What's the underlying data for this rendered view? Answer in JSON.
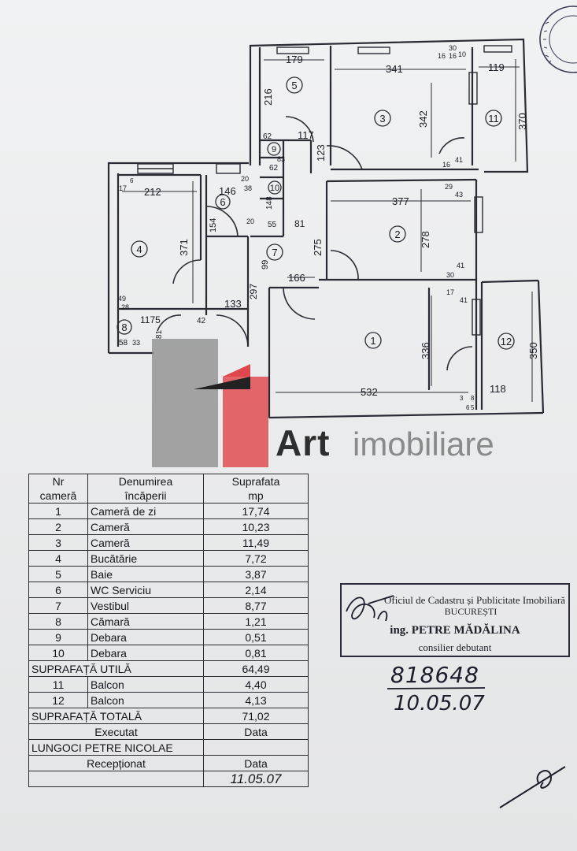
{
  "plan": {
    "room_numbers": [
      "1",
      "2",
      "3",
      "4",
      "5",
      "6",
      "7",
      "8",
      "9",
      "10",
      "11",
      "12"
    ],
    "dims": {
      "r5_w": "179",
      "r5_h": "216",
      "r3_w": "341",
      "r3_h": "342",
      "d16": "16",
      "d30": "30",
      "d16b": "16",
      "d10": "10",
      "r11_w": "119",
      "r11_h": "370",
      "d62": "62",
      "d117": "117",
      "d123": "123",
      "d83": "83",
      "d62b": "62",
      "d16c": "16",
      "d41": "41",
      "r4_w": "212",
      "r4_h": "371",
      "d17": "17",
      "d6": "6",
      "r6_w": "146",
      "d38": "38",
      "d20": "20",
      "d154": "154",
      "d20b": "20",
      "d148": "148",
      "d55": "55",
      "d81": "81",
      "r2_w": "377",
      "r2_h": "278",
      "d29": "29",
      "d43": "43",
      "d275": "275",
      "d41b": "41",
      "d30b": "30",
      "d99": "99",
      "d166": "166",
      "d297": "297",
      "d49": "49",
      "d28": "28",
      "d133": "133",
      "d17b": "17",
      "d41c": "41",
      "d1175": "1175",
      "d42": "42",
      "d81b": "81",
      "d58": "58",
      "d33": "33",
      "r1_h": "336",
      "r12_h": "350",
      "r1_w": "532",
      "d118": "118",
      "d3": "3",
      "d6b": "6",
      "d8": "8",
      "d5": "5"
    }
  },
  "logo": {
    "brand": "Art",
    "suffix": "imobiliare"
  },
  "table": {
    "head": {
      "c1a": "Nr",
      "c1b": "cameră",
      "c2a": "Denumirea",
      "c2b": "încăperii",
      "c3a": "Suprafata",
      "c3b": "mp"
    },
    "rows": [
      {
        "nr": "1",
        "name": "Cameră de zi",
        "area": "17,74"
      },
      {
        "nr": "2",
        "name": "Cameră",
        "area": "10,23"
      },
      {
        "nr": "3",
        "name": "Cameră",
        "area": "11,49"
      },
      {
        "nr": "4",
        "name": "Bucătărie",
        "area": "7,72"
      },
      {
        "nr": "5",
        "name": "Baie",
        "area": "3,87"
      },
      {
        "nr": "6",
        "name": "WC Serviciu",
        "area": "2,14"
      },
      {
        "nr": "7",
        "name": "Vestibul",
        "area": "8,77"
      },
      {
        "nr": "8",
        "name": "Cămară",
        "area": "1,21"
      },
      {
        "nr": "9",
        "name": "Debara",
        "area": "0,51"
      },
      {
        "nr": "10",
        "name": "Debara",
        "area": "0,81"
      }
    ],
    "util_label": "SUPRAFAȚĂ UTILĂ",
    "util_area": "64,49",
    "balcony_rows": [
      {
        "nr": "11",
        "name": "Balcon",
        "area": "4,40"
      },
      {
        "nr": "12",
        "name": "Balcon",
        "area": "4,13"
      }
    ],
    "total_label": "SUPRAFAȚĂ TOTALĂ",
    "total_area": "71,02",
    "executat": "Executat",
    "data1": "Data",
    "author": "LUNGOCI PETRE NICOLAE",
    "receptionat": "Recepționat",
    "data2": "Data",
    "date_signed": "11.05.07"
  },
  "stamp": {
    "line1": "Oficiul de Cadastru și Publicitate Imobiliară",
    "line2": "BUCUREȘTI",
    "line3": "ing. PETRE MĂDĂLINA",
    "line4": "consilier debutant"
  },
  "handwritten": {
    "number": "818648",
    "date": "10.05.07"
  }
}
